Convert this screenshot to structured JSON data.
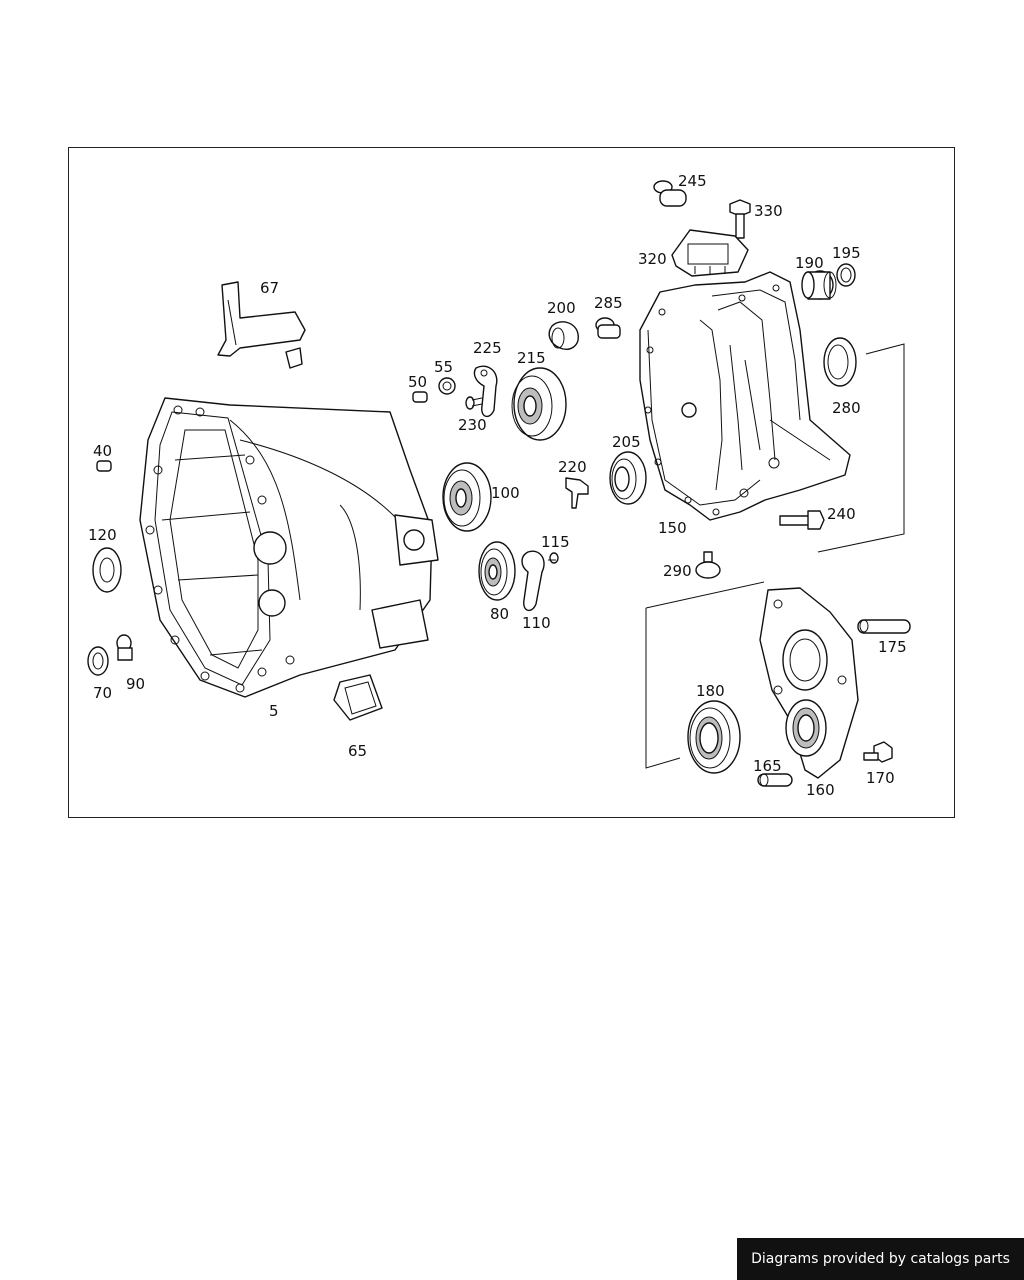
{
  "diagram": {
    "labels": {
      "p5": "5",
      "p40": "40",
      "p50": "50",
      "p55": "55",
      "p65": "65",
      "p67": "67",
      "p70": "70",
      "p80": "80",
      "p90": "90",
      "p100": "100",
      "p110": "110",
      "p115": "115",
      "p120": "120",
      "p150": "150",
      "p160": "160",
      "p165": "165",
      "p170": "170",
      "p175": "175",
      "p180": "180",
      "p190": "190",
      "p195": "195",
      "p200": "200",
      "p205": "205",
      "p215": "215",
      "p220": "220",
      "p225": "225",
      "p230": "230",
      "p240": "240",
      "p245": "245",
      "p280": "280",
      "p285": "285",
      "p290": "290",
      "p320": "320",
      "p330": "330"
    }
  },
  "footer": {
    "credit": "Diagrams provided by catalogs parts"
  }
}
